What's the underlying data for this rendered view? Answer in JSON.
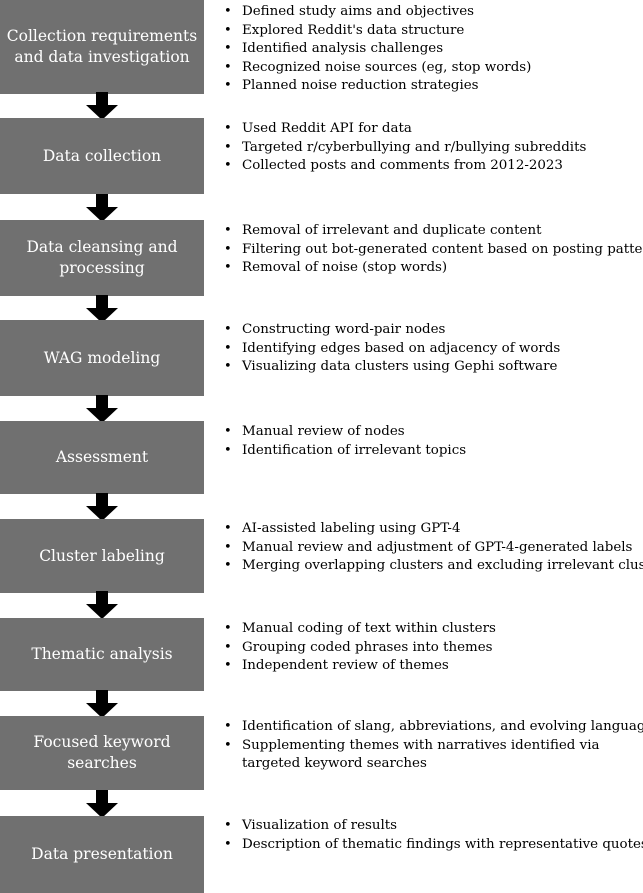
{
  "steps": [
    {
      "title": "Collection requirements and data investigation",
      "bullets": [
        "Defined study aims and objectives",
        "Explored Reddit's data structure",
        "Identified analysis challenges",
        "Recognized noise sources (eg, stop words)",
        "Planned noise reduction strategies"
      ]
    },
    {
      "title": "Data collection",
      "bullets": [
        "Used Reddit API for data",
        "Targeted r/cyberbullying and r/bullying subreddits",
        "Collected posts and comments from 2012-2023"
      ]
    },
    {
      "title": "Data cleansing and processing",
      "bullets": [
        "Removal of irrelevant and duplicate content",
        "Filtering out bot-generated content based on posting patterns",
        "Removal of noise (stop words)"
      ]
    },
    {
      "title": "WAG modeling",
      "bullets": [
        "Constructing word-pair nodes",
        "Identifying edges based on adjacency of words",
        "Visualizing data clusters using Gephi software"
      ]
    },
    {
      "title": "Assessment",
      "bullets": [
        "Manual review of nodes",
        "Identification of irrelevant topics"
      ]
    },
    {
      "title": "Cluster labeling",
      "bullets": [
        "AI-assisted labeling using GPT-4",
        "Manual review and adjustment of GPT-4-generated labels",
        "Merging overlapping clusters and excluding irrelevant cluster"
      ]
    },
    {
      "title": "Thematic analysis",
      "bullets": [
        "Manual coding of text within clusters",
        "Grouping coded phrases into themes",
        "Independent review of themes"
      ]
    },
    {
      "title": "Focused keyword searches",
      "bullets": [
        "Identification of slang, abbreviations, and evolving language",
        "Supplementing themes with narratives identified via targeted keyword searches"
      ]
    },
    {
      "title": "Data presentation",
      "bullets": [
        "Visualization of results",
        "Description of thematic findings with representative quotes"
      ]
    }
  ]
}
